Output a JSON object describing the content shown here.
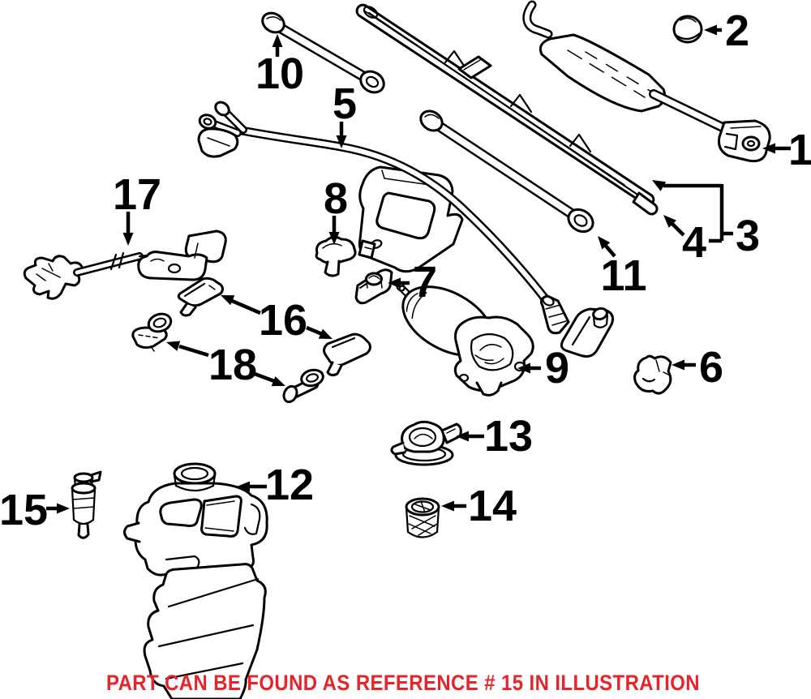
{
  "diagram": {
    "caption": "PART CAN BE FOUND AS REFERENCE # 15 IN ILLUSTRATION",
    "caption_color": "#e62429",
    "line_color": "#000000",
    "background": "#ffffff",
    "highlighted_reference": "15",
    "parts": [
      {
        "ref": "1"
      },
      {
        "ref": "2"
      },
      {
        "ref": "3"
      },
      {
        "ref": "4"
      },
      {
        "ref": "5"
      },
      {
        "ref": "6"
      },
      {
        "ref": "7"
      },
      {
        "ref": "8"
      },
      {
        "ref": "9"
      },
      {
        "ref": "10"
      },
      {
        "ref": "11"
      },
      {
        "ref": "12"
      },
      {
        "ref": "13"
      },
      {
        "ref": "14"
      },
      {
        "ref": "15"
      },
      {
        "ref": "16"
      },
      {
        "ref": "17"
      },
      {
        "ref": "18"
      }
    ]
  }
}
